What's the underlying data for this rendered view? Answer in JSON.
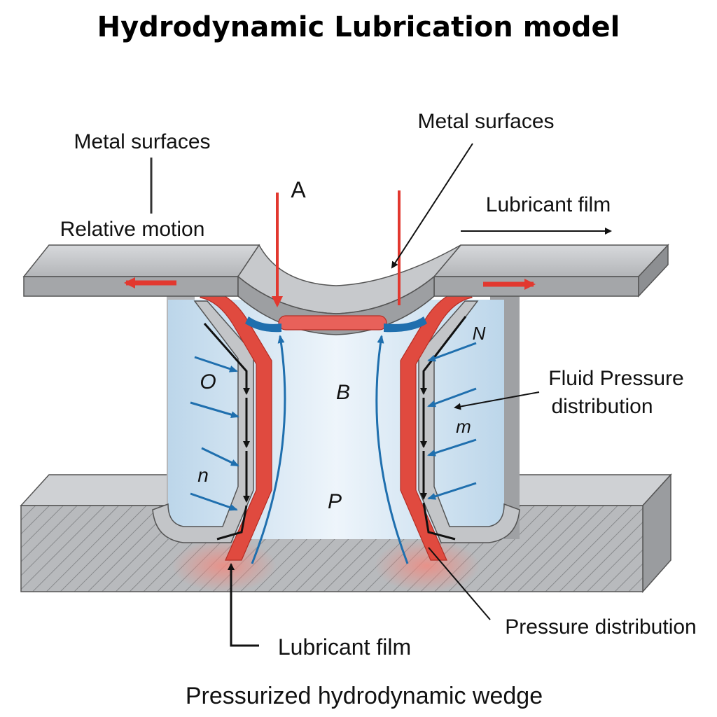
{
  "title": "Hydrodynamic Lubrication model",
  "caption": "Pressurized hydrodynamic wedge",
  "labels": {
    "metal_surfaces_left": "Metal surfaces",
    "metal_surfaces_right": "Metal surfaces",
    "relative_motion": "Relative motion",
    "lubricant_film_top": "Lubricant film",
    "fluid_pressure_line1": "Fluid Pressure",
    "fluid_pressure_line2": "distribution",
    "pressure_distribution": "Pressure distribution",
    "lubricant_film_bottom": "Lubricant film"
  },
  "variables": {
    "a": "A",
    "b": "B",
    "p": "P",
    "o": "O",
    "n_lower": "n",
    "n_upper": "N",
    "m": "m"
  },
  "colors": {
    "steel_light": "#c9cbce",
    "steel_mid": "#a9abae",
    "steel_dark": "#8d8f92",
    "fluid": "#d8e8f4",
    "lubricant_red": "#e04a3f",
    "pressure_blue": "#1f6fae",
    "arrow_black": "#111111"
  }
}
